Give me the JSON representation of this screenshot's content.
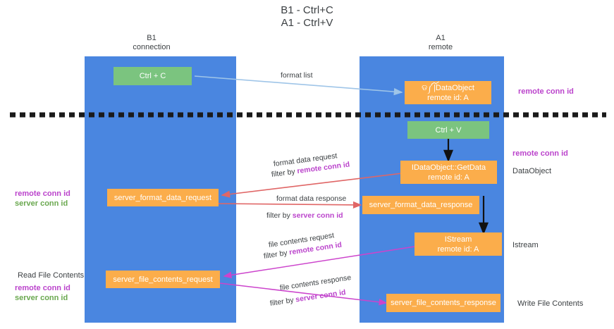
{
  "title": {
    "line1": "B1 - Ctrl+C",
    "line2": "A1 - Ctrl+V"
  },
  "colors": {
    "lane": "#4a86e0",
    "node_orange": "#fbad4b",
    "node_green": "#7bc47f",
    "accent_purple": "#bb44cc",
    "accent_green": "#6aa84f",
    "arrow_blue": "#9fc5e8",
    "arrow_red": "#e06666",
    "arrow_magenta": "#cc44cc",
    "arrow_black": "#000000",
    "divider": "#1a1a1a",
    "text": "#3c4043"
  },
  "lanes": [
    {
      "id": "left",
      "header_line1": "B1",
      "header_line2": "connection"
    },
    {
      "id": "right",
      "header_line1": "A1",
      "header_line2": "remote"
    }
  ],
  "nodes": [
    {
      "id": "ctrl-c",
      "type": "green",
      "lane": "left",
      "line1": "Ctrl + C",
      "line2": ""
    },
    {
      "id": "idataobject",
      "type": "orange",
      "lane": "right",
      "line1": "ଡ༼ོ|DataObject",
      "line2": "remote id: A"
    },
    {
      "id": "ctrl-v",
      "type": "green",
      "lane": "right",
      "line1": "Ctrl + V",
      "line2": ""
    },
    {
      "id": "getdata",
      "type": "orange",
      "lane": "right",
      "line1": "IDataObject::GetData",
      "line2": "remote id: A"
    },
    {
      "id": "sfdreq",
      "type": "orange",
      "lane": "left",
      "line1": "server_format_data_request",
      "line2": ""
    },
    {
      "id": "sfdresp",
      "type": "orange",
      "lane": "right",
      "line1": "server_format_data_response",
      "line2": ""
    },
    {
      "id": "istream",
      "type": "orange",
      "lane": "right",
      "line1": "IStream",
      "line2": "remote id: A"
    },
    {
      "id": "sfcreq",
      "type": "orange",
      "lane": "left",
      "line1": "server_file_contents_request",
      "line2": ""
    },
    {
      "id": "sfcresp",
      "type": "orange",
      "lane": "right",
      "line1": "server_file_contents_response",
      "line2": ""
    }
  ],
  "edge_labels": {
    "format_list": "format list",
    "format_data_request": "format data request",
    "format_data_request_filter_prefix": "filter by ",
    "format_data_request_filter_key": "remote conn id",
    "format_data_response": "format data response",
    "format_data_response_filter_prefix": "filter by ",
    "format_data_response_filter_key": "server conn id",
    "file_contents_request": "file contents request",
    "file_contents_request_filter_prefix": "filter by ",
    "file_contents_request_filter_key": "remote conn id",
    "file_contents_response": "file contents response",
    "file_contents_response_filter_prefix": "filter by ",
    "file_contents_response_filter_key": "server conn id"
  },
  "annotations": {
    "right_top_remote_conn_id": "remote conn id",
    "right_mid_remote_conn_id": "remote conn id",
    "right_dataobject": "DataObject",
    "right_istream": "Istream",
    "right_write_file_contents": "Write File Contents",
    "left_remote_conn_id_1": "remote conn id",
    "left_server_conn_id_1": "server conn id",
    "left_read_file_contents": "Read File Contents",
    "left_remote_conn_id_2": "remote conn id",
    "left_server_conn_id_2": "server conn id"
  }
}
